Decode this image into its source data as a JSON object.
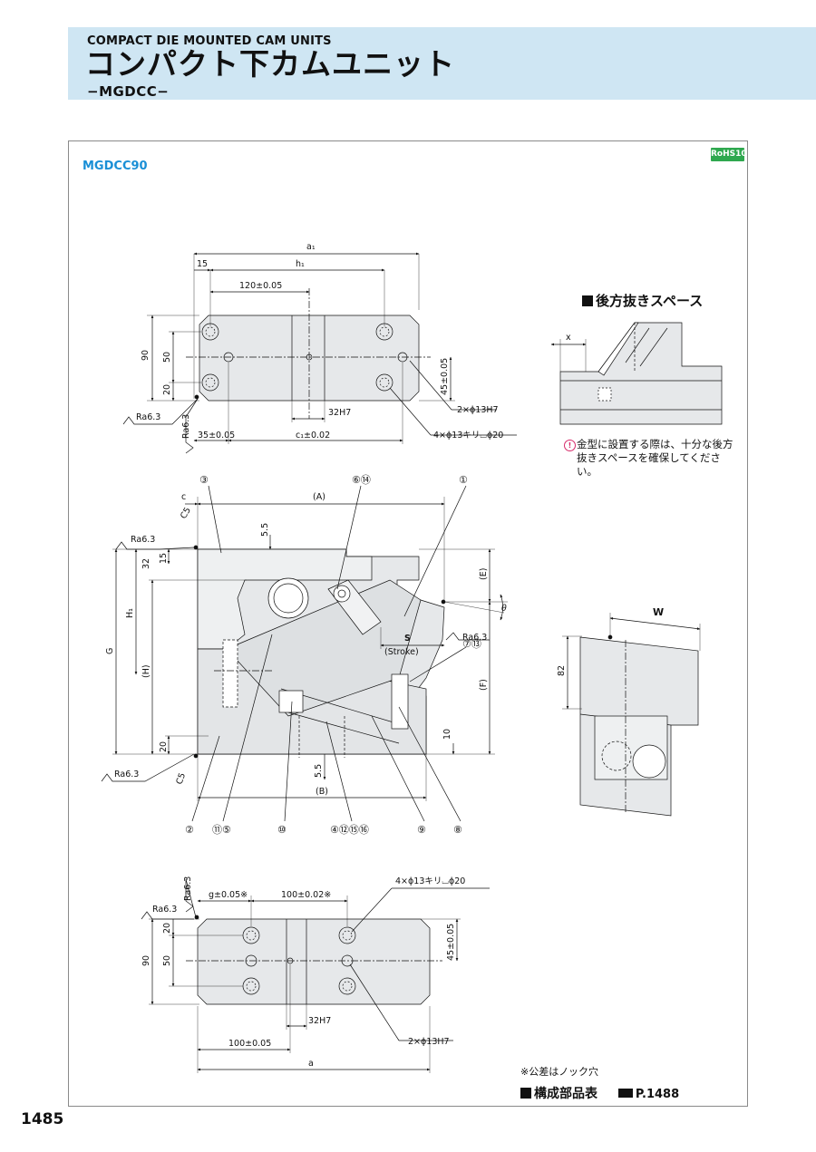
{
  "header": {
    "subtitle_en": "COMPACT DIE MOUNTED CAM UNITS",
    "title_jp": "コンパクト下カムユニット",
    "model": "−MGDCC−"
  },
  "section": {
    "model_label": "MGDCC90",
    "rohs": "RoHS10"
  },
  "top_view": {
    "dims": [
      "a₁",
      "15",
      "h₁",
      "120±0.05",
      "90",
      "50",
      "20",
      "45±0.05",
      "2×ϕ13H7",
      "4×ϕ13キリ⌴ϕ20",
      "32H7",
      "35±0.05",
      "c₁±0.02",
      "Ra6.3",
      "Ra6.3"
    ]
  },
  "front_view": {
    "dims": [
      "c",
      "C5",
      "(A)",
      "5.5",
      "15",
      "32",
      "H₁",
      "G",
      "(H)",
      "20",
      "(E)",
      "θ",
      "S",
      "(Stroke)",
      "(F)",
      "10",
      "5.5",
      "(B)",
      "C5",
      "Ra6.3",
      "Ra6.3",
      "Ra6.3"
    ],
    "balloons": [
      "③",
      "⑥⑭",
      "①",
      "⑦⑬",
      "②",
      "⑪⑤",
      "⑩",
      "④⑫⑮⑯",
      "⑨",
      "⑧"
    ]
  },
  "bottom_view": {
    "dims": [
      "Ra6.3",
      "Ra6.3",
      "g±0.05※",
      "100±0.02※",
      "4×ϕ13キリ⌴ϕ20",
      "20",
      "90",
      "50",
      "45±0.05",
      "32H7",
      "100±0.05",
      "2×ϕ13H7",
      "a"
    ]
  },
  "side_view": {
    "dims": [
      "W",
      "82"
    ]
  },
  "back_space": {
    "title": "後方抜きスペース",
    "dim_x": "x",
    "note_icon": "warning-icon",
    "note": "金型に設置する際は、十分な後方抜きスペースを確保してください。"
  },
  "footer": {
    "tolerance_note": "※公差はノック穴",
    "parts_label": "構成部品表",
    "parts_ref": "P.1488",
    "page_number": "1485"
  },
  "colors": {
    "header_bg": "#cfe6f3",
    "accent_blue": "#1a8fd6",
    "rohs_green": "#2fa84f",
    "part_fill": "#e6e8ea"
  }
}
